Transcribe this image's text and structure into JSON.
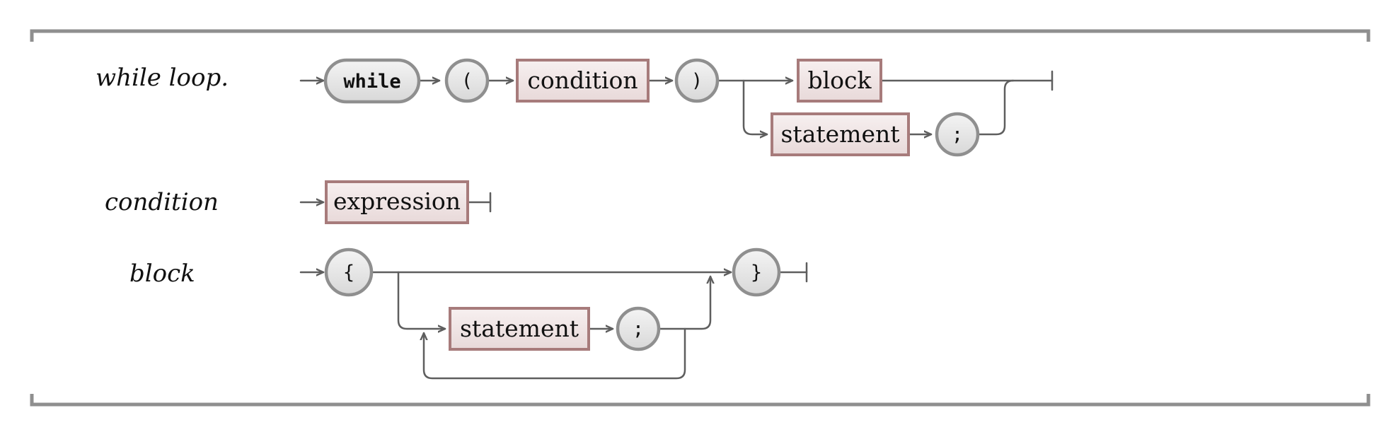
{
  "diagram_rows": [
    {
      "label": "while loop.",
      "tokens": {
        "while": "while",
        "lparen": "(",
        "condition": "condition",
        "rparen": ")",
        "block": "block",
        "statement": "statement",
        "semicolon": ";"
      }
    },
    {
      "label": "condition",
      "tokens": {
        "expression": "expression"
      }
    },
    {
      "label": "block",
      "tokens": {
        "lbrace": "{",
        "rbrace": "}",
        "statement": "statement",
        "semicolon": ";"
      }
    }
  ],
  "colors": {
    "frame": "#8f8f8f",
    "connector": "#5e5e5e",
    "terminal_border": "#8f8f8f",
    "nonterminal_border": "#a77b7b"
  }
}
